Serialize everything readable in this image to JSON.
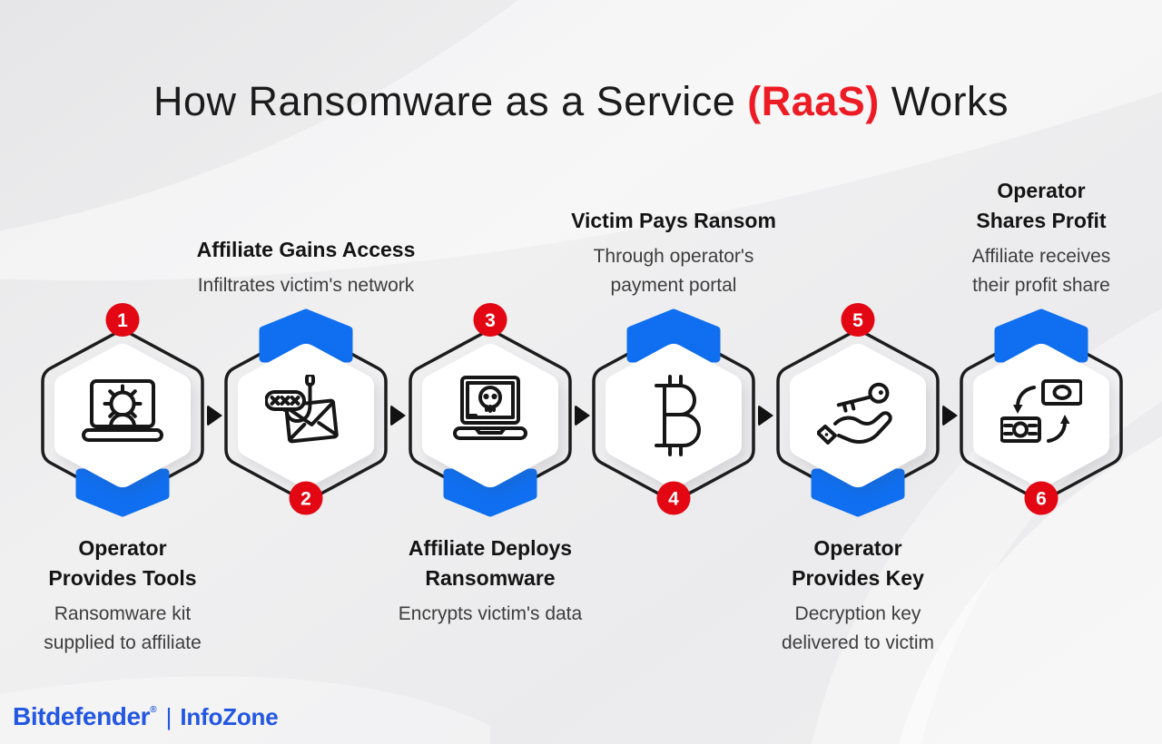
{
  "title": {
    "prefix": "How Ransomware as a Service ",
    "highlight": "(RaaS)",
    "suffix": " Works"
  },
  "steps": [
    {
      "number": "1",
      "icon": "laptop-gear-icon",
      "badge_position": "top",
      "chevron_position": "bottom",
      "label_position": "below",
      "title": "Operator\nProvides Tools",
      "subtitle": "Ransomware kit\nsupplied to affiliate"
    },
    {
      "number": "2",
      "icon": "phishing-hook-icon",
      "badge_position": "bottom",
      "chevron_position": "top",
      "label_position": "above",
      "title": "Affiliate Gains Access",
      "subtitle": "Infiltrates victim's network"
    },
    {
      "number": "3",
      "icon": "laptop-skull-icon",
      "badge_position": "top",
      "chevron_position": "bottom",
      "label_position": "below",
      "title": "Affiliate Deploys\nRansomware",
      "subtitle": "Encrypts victim's data"
    },
    {
      "number": "4",
      "icon": "bitcoin-icon",
      "badge_position": "bottom",
      "chevron_position": "top",
      "label_position": "above",
      "title": "Victim Pays Ransom",
      "subtitle": "Through operator's\npayment portal"
    },
    {
      "number": "5",
      "icon": "hand-key-icon",
      "badge_position": "top",
      "chevron_position": "bottom",
      "label_position": "below",
      "title": "Operator\nProvides Key",
      "subtitle": "Decryption key\ndelivered to victim"
    },
    {
      "number": "6",
      "icon": "money-exchange-icon",
      "badge_position": "bottom",
      "chevron_position": "top",
      "label_position": "above",
      "title": "Operator\nShares Profit",
      "subtitle": "Affiliate receives\ntheir profit share"
    }
  ],
  "footer": {
    "brand": "Bitdefender",
    "reg": "®",
    "separator": "|",
    "product": "InfoZone"
  },
  "colors": {
    "accent_blue": "#0f6ff0",
    "badge_red": "#e30613",
    "title_highlight_red": "#ed1c24",
    "brand_blue": "#2357e2",
    "outline_black": "#1c1c1c",
    "background_gray": "#ededef"
  }
}
